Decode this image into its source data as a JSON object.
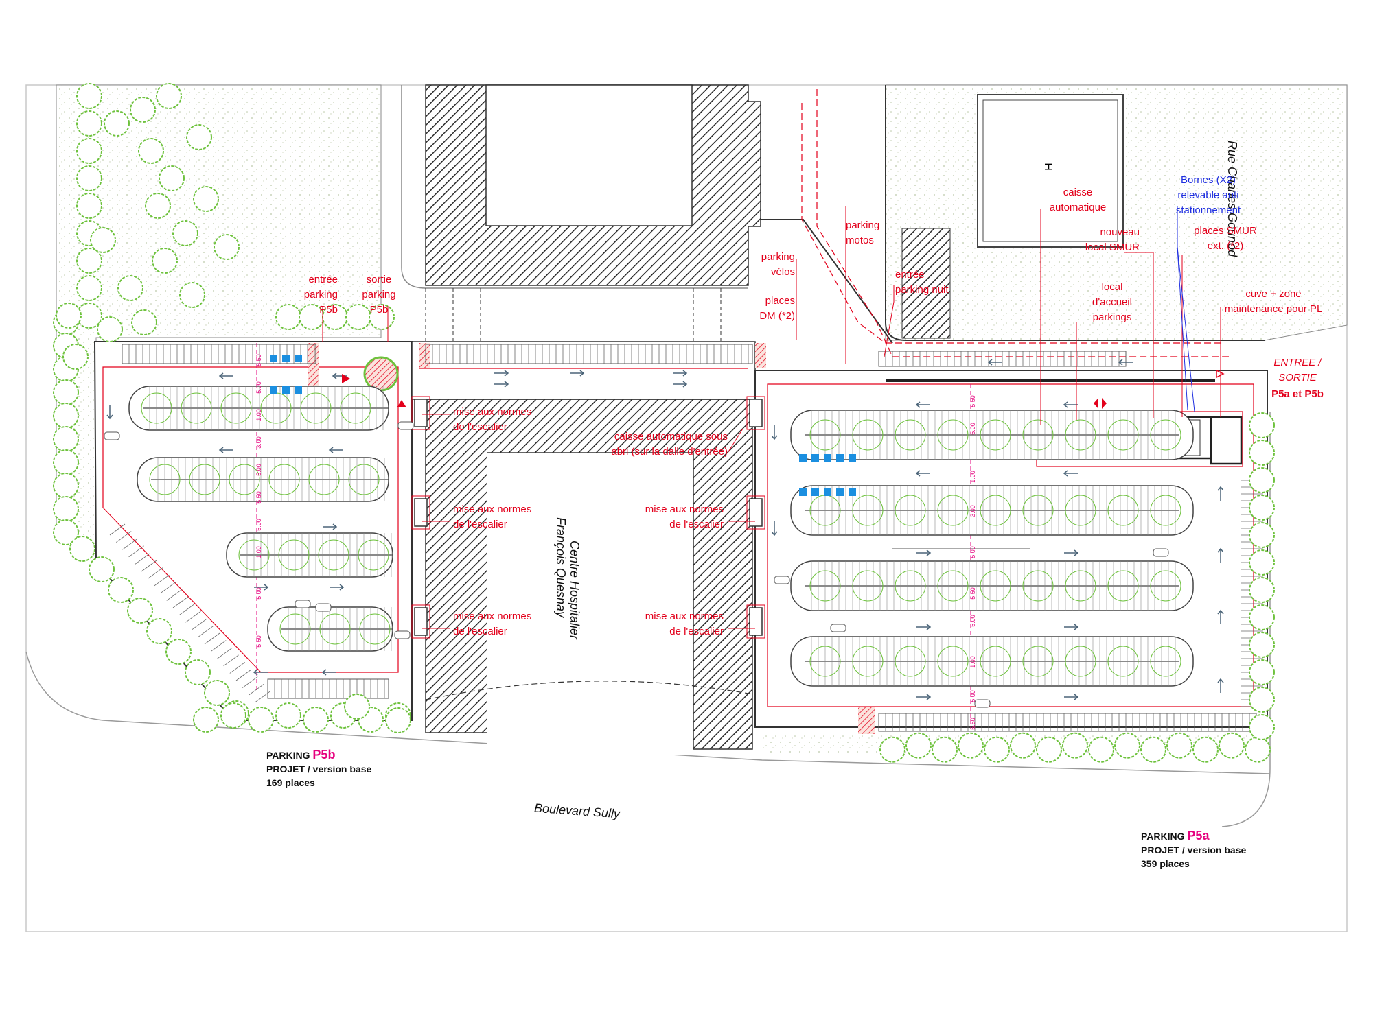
{
  "streets": {
    "east": "Rue Charles Gounod",
    "south": "Boulevard Sully"
  },
  "center_building": {
    "line1": "Centre Hospitalier",
    "line2": "François Quesnay"
  },
  "heliport_mark": "H",
  "annotations": {
    "entree_parking_p5b": "entrée\nparking\nP5b",
    "sortie_parking_p5b": "sortie\nparking\nP5b",
    "parking_velos": "parking\nvélos",
    "places_dm": "places\nDM (*2)",
    "parking_motos": "parking\nmotos",
    "entree_parking_nuit": "entrée\nparking nuit",
    "caisse_automatique": "caisse\nautomatique",
    "nouveau_local_smur": "nouveau\nlocal SMUR",
    "bornes": "Bornes (X2)\nrelevable anti\nstationnement",
    "places_smur": "places SMUR\next. (*2)",
    "local_accueil": "local\nd'accueil\nparkings",
    "cuve_zone": "cuve + zone\nmaintenance pour PL",
    "entree_sortie": "ENTREE /\nSORTIE",
    "entree_sortie_codes": "P5a et P5b",
    "caisse_sous_abri": "caisse automatique sous\nabri (sur la dalle d'entrée)",
    "mise_aux_normes": "mise aux normes\nde l'escalier"
  },
  "dimension_labels": [
    "5.50",
    "5.00",
    "1.00",
    "3.00",
    "5.00",
    "5.50",
    "5.00",
    "1.00",
    "5.00",
    "5.50"
  ],
  "legend_p5b": {
    "prefix": "PARKING",
    "code": "P5b",
    "line2": "PROJET / version base",
    "line3": "169 places"
  },
  "legend_p5a": {
    "prefix": "PARKING",
    "code": "P5a",
    "line2": "PROJET / version base",
    "line3": "359 places"
  },
  "colors": {
    "annotation": "#e3001b",
    "annotation_blue": "#1f2fe0",
    "code_magenta": "#e6007e",
    "tree": "#6ec23d",
    "stipple": "#b9c7a6",
    "hatch": "#2b2b2b",
    "accessible": "#1b8fe0"
  }
}
